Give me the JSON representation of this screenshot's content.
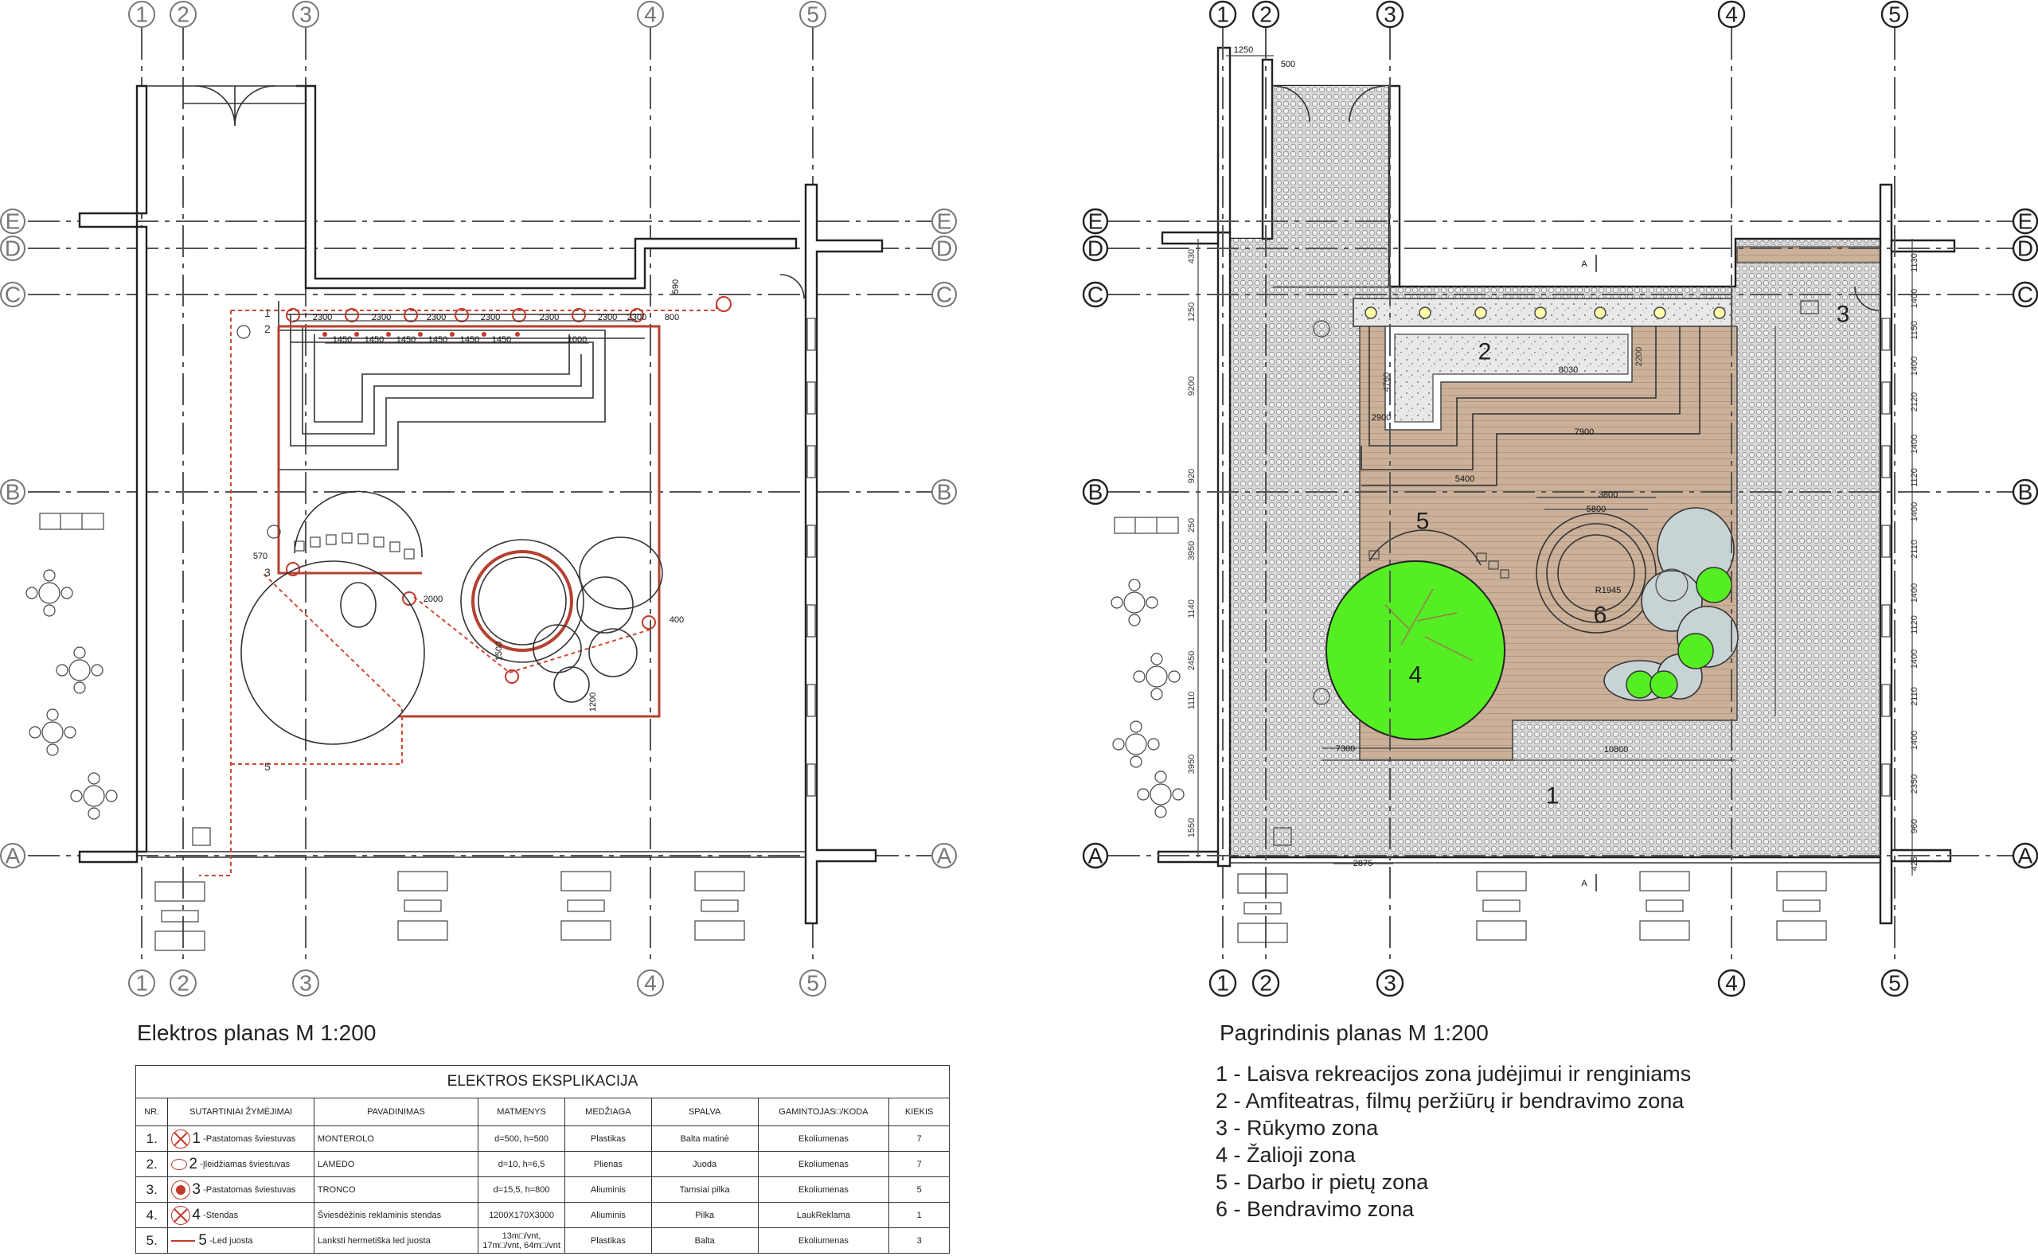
{
  "left_plan": {
    "title": "Elektros planas M 1:200",
    "axes_numbers": [
      "1",
      "2",
      "3",
      "4",
      "5"
    ],
    "axes_letters": [
      "E",
      "D",
      "C",
      "B",
      "A"
    ],
    "dims_top": [
      "2300",
      "2300",
      "2300",
      "2300",
      "2300",
      "2300",
      "2300",
      "800"
    ],
    "dims_second": [
      "1450",
      "1450",
      "1450",
      "1450",
      "1450",
      "1450",
      "1000"
    ],
    "dims_other": [
      "590",
      "570",
      "2000",
      "1500",
      "400",
      "1200"
    ],
    "line_labels": [
      "1",
      "2",
      "3",
      "5"
    ]
  },
  "right_plan": {
    "title": "Pagrindinis planas M 1:200",
    "axes_numbers": [
      "1",
      "2",
      "3",
      "4",
      "5"
    ],
    "axes_letters": [
      "E",
      "D",
      "C",
      "B",
      "A"
    ],
    "zones": [
      "1",
      "2",
      "3",
      "4",
      "5",
      "6"
    ],
    "dims_top": [
      "1250",
      "500"
    ],
    "dims_left": [
      "430",
      "1250",
      "9200",
      "920",
      "250",
      "3950",
      "1140",
      "2450",
      "1110",
      "3950",
      "1550"
    ],
    "dims_right": [
      "1130",
      "1400",
      "1150",
      "1400",
      "2120",
      "1400",
      "1120",
      "1400",
      "2110",
      "1400",
      "1120",
      "1400",
      "2110",
      "1400",
      "2350",
      "960",
      "425"
    ],
    "dims_inner": [
      "8030",
      "4760",
      "2900",
      "7900",
      "5400",
      "5800",
      "R1945",
      "7300",
      "10800",
      "2875",
      "2200",
      "3800"
    ],
    "section_mark": "A"
  },
  "legend": [
    "1 - Laisva rekreacijos zona judėjimui ir renginiams",
    "2 - Amfiteatras, filmų peržiūrų ir bendravimo zona",
    "3 - Rūkymo zona",
    "4 - Žalioji zona",
    "5 - Darbo ir pietų zona",
    "6 - Bendravimo zona"
  ],
  "table": {
    "title": "ELEKTROS EKSPLIKACIJA",
    "headers": [
      "NR.",
      "SUTARTINIAI ŽYMĖJIMAI",
      "PAVADINIMAS",
      "MATMENYS",
      "MEDŽIAGA",
      "SPALVA",
      "GAMINTOJAS□/KODA",
      "KIEKIS"
    ],
    "rows": [
      {
        "nr": "1.",
        "num": "1",
        "sym": "-Pastatomas šviestuvas",
        "name": "MONTEROLO",
        "dims": "d=500, h=500",
        "mat": "Plastikas",
        "color": "Balta matinė",
        "maker": "Ekoliumenas",
        "qty": "7"
      },
      {
        "nr": "2.",
        "num": "2",
        "sym": "-Įleidžiamas šviestuvas",
        "name": "LAMEDO",
        "dims": "d=10, h=6,5",
        "mat": "Plienas",
        "color": "Juoda",
        "maker": "Ekoliumenas",
        "qty": "7"
      },
      {
        "nr": "3.",
        "num": "3",
        "sym": "-Pastatomas šviestuvas",
        "name": "TRONCO",
        "dims": "d=15,5, h=800",
        "mat": "Aliuminis",
        "color": "Tamsiai pilka",
        "maker": "Ekoliumenas",
        "qty": "5"
      },
      {
        "nr": "4.",
        "num": "4",
        "sym": "-Stendas",
        "name": "Šviesdėžinis reklaminis stendas",
        "dims": "1200X170X3000",
        "mat": "Aliuminis",
        "color": "Pilka",
        "maker": "LaukReklama",
        "qty": "1"
      },
      {
        "nr": "5.",
        "num": "5",
        "sym": "-Led juosta",
        "name": "Lanksti hermetiška led juosta",
        "dims": "13m□/vnt, 17m□/vnt, 64m□/vnt",
        "mat": "Plastikas",
        "color": "Balta",
        "maker": "Ekoliumenas",
        "qty": "3"
      }
    ]
  },
  "colors": {
    "green": "#55ee22",
    "deck": "#cdb49e",
    "paving": "#dcdcdc",
    "red": "#c0392b"
  }
}
